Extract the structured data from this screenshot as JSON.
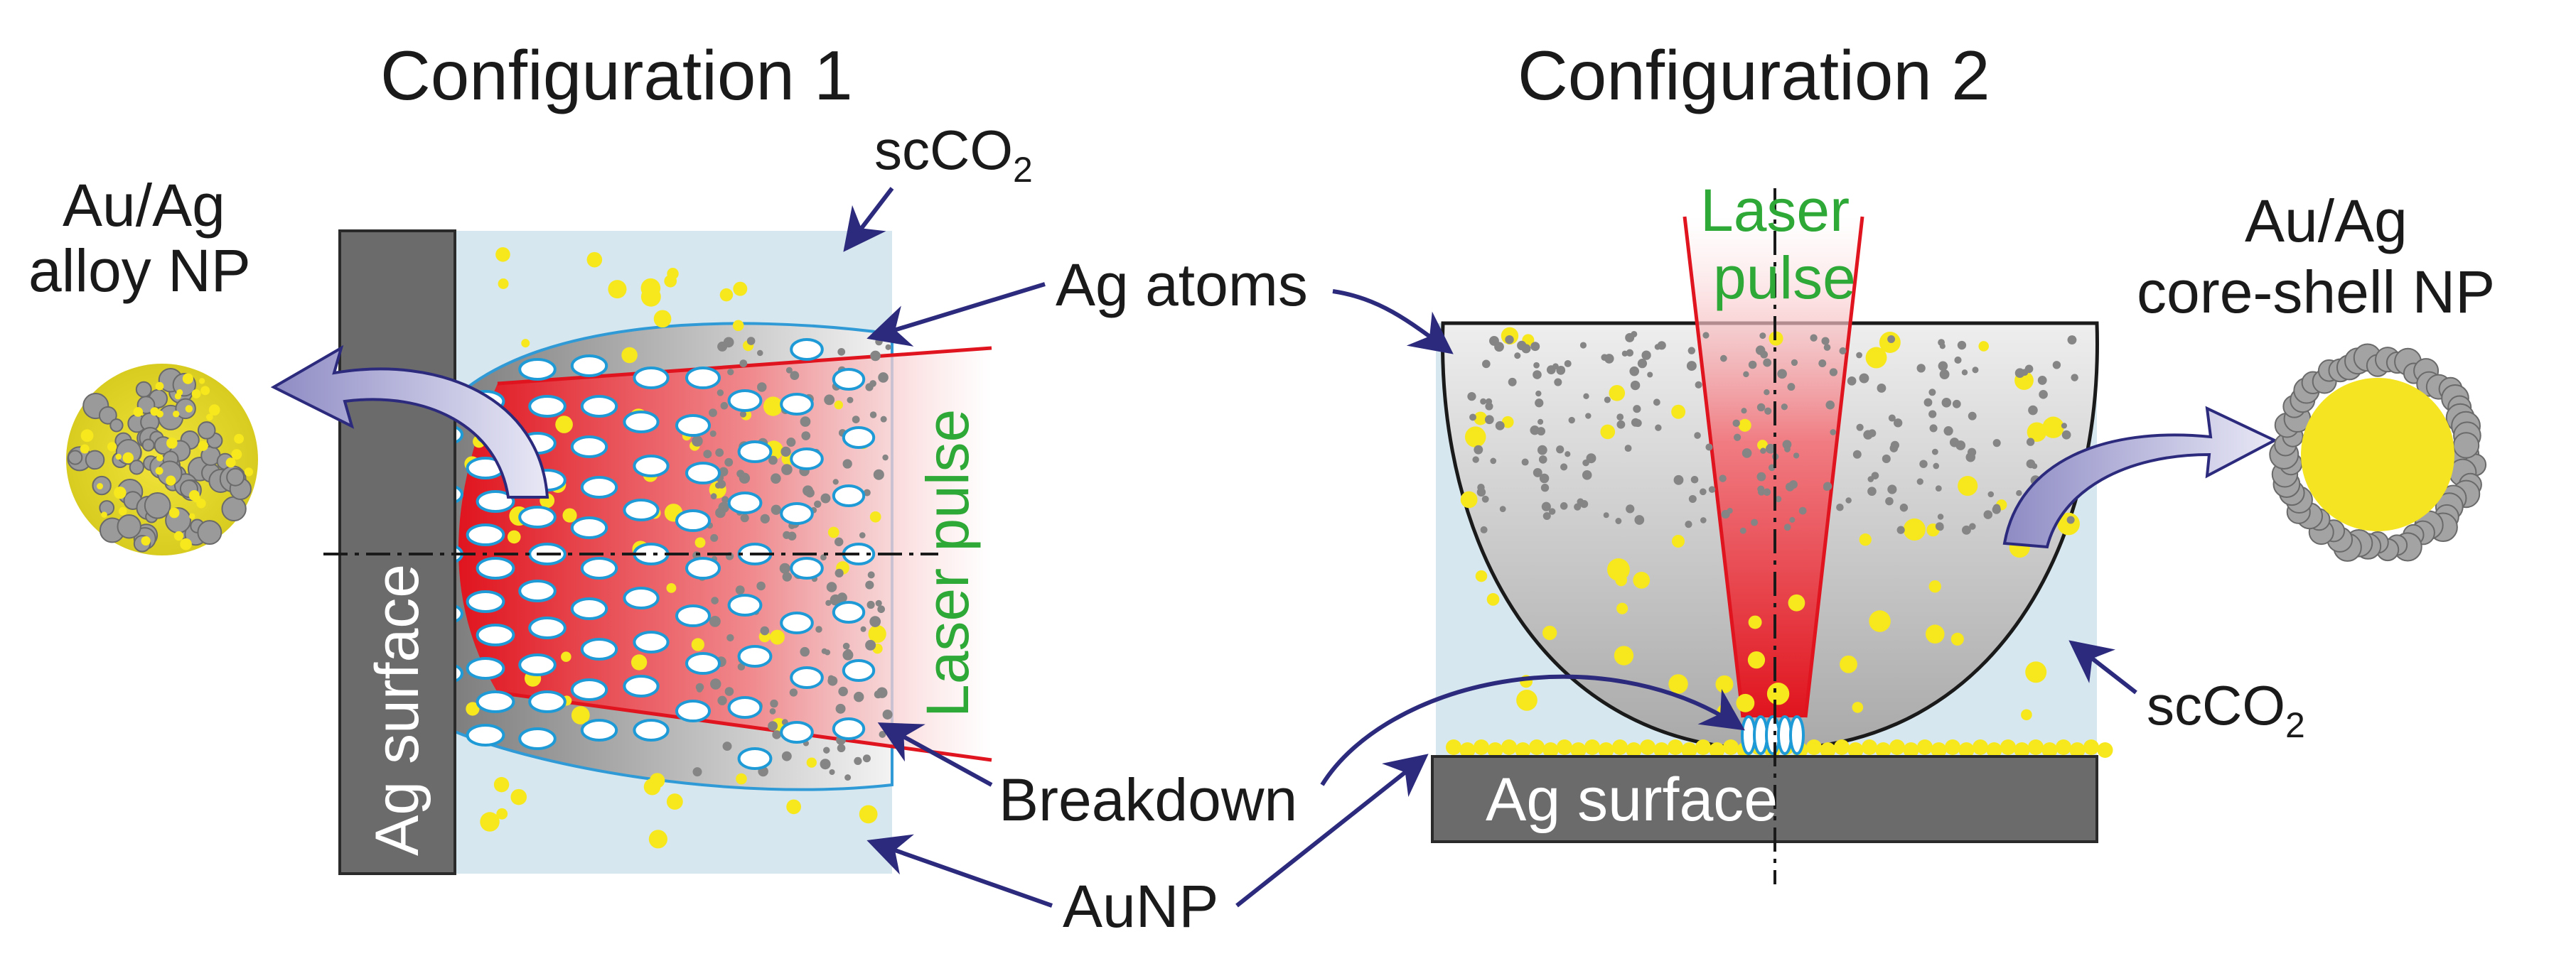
{
  "titles": {
    "config1": "Configuration 1",
    "config2": "Configuration 2"
  },
  "config1": {
    "surface_label": "Ag surface",
    "laser_label": "Laser pulse",
    "np_label_line1": "Au/Ag",
    "np_label_line2": "alloy NP",
    "medium_label": "scCO",
    "medium_sub": "2"
  },
  "config2": {
    "surface_label": "Ag surface",
    "laser_label_line1": "Laser",
    "laser_label_line2": "pulse",
    "np_label_line1": "Au/Ag",
    "np_label_line2": "core-shell NP",
    "medium_label": "scCO",
    "medium_sub": "2"
  },
  "shared_labels": {
    "ag_atoms": "Ag atoms",
    "breakdown": "Breakdown",
    "aunp": "AuNP"
  },
  "colors": {
    "fluid": "#d6e7ef",
    "surface": "#6b6b6b",
    "plume": "#a8a8a8",
    "laser": "#e0141e",
    "gold": "#f7e81e",
    "bubble": "#1e9ad6",
    "arrow": "#2c2a7c",
    "laser_text": "#2ea836"
  }
}
